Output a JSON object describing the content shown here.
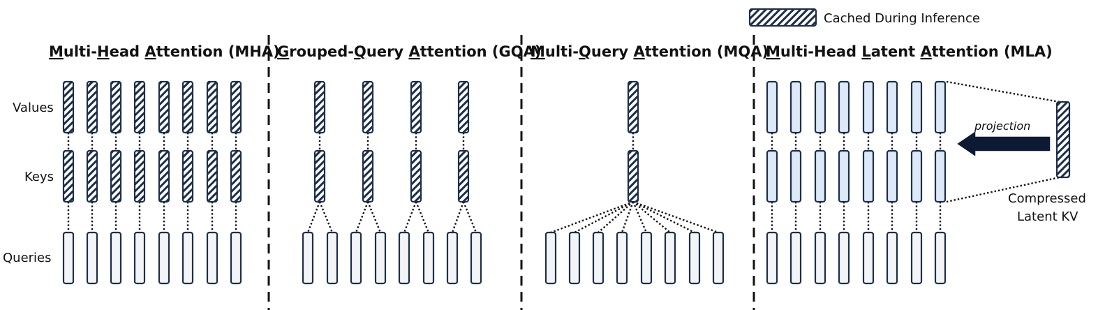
{
  "legend": {
    "label": "Cached During Inference"
  },
  "row_labels": {
    "values": "Values",
    "keys": "Keys",
    "queries": "Queries"
  },
  "panels": {
    "mha": {
      "parts": [
        {
          "t": "M",
          "u": true
        },
        {
          "t": "ulti-",
          "u": false
        },
        {
          "t": "H",
          "u": true
        },
        {
          "t": "ead ",
          "u": false
        },
        {
          "t": "A",
          "u": true
        },
        {
          "t": "ttention (MHA)",
          "u": false
        }
      ]
    },
    "gqa": {
      "parts": [
        {
          "t": "G",
          "u": true
        },
        {
          "t": "rouped-",
          "u": false
        },
        {
          "t": "Q",
          "u": true
        },
        {
          "t": "uery ",
          "u": false
        },
        {
          "t": "A",
          "u": true
        },
        {
          "t": "ttention (GQA)",
          "u": false
        }
      ]
    },
    "mqa": {
      "parts": [
        {
          "t": "M",
          "u": true
        },
        {
          "t": "ulti-",
          "u": false
        },
        {
          "t": "Q",
          "u": true
        },
        {
          "t": "uery ",
          "u": false
        },
        {
          "t": "A",
          "u": true
        },
        {
          "t": "ttention (MQA)",
          "u": false
        }
      ]
    },
    "mla": {
      "parts": [
        {
          "t": "M",
          "u": true
        },
        {
          "t": "ulti-Head ",
          "u": false
        },
        {
          "t": "L",
          "u": true
        },
        {
          "t": "atent ",
          "u": false
        },
        {
          "t": "A",
          "u": true
        },
        {
          "t": "ttention (MLA)",
          "u": false
        }
      ]
    }
  },
  "mla": {
    "projection_label": "projection",
    "latent_label_line1": "Compressed",
    "latent_label_line2": "Latent KV"
  },
  "colors": {
    "outline": "#1c2e4a",
    "query_fill": "#f3f4f6",
    "mla_kv_fill": "#dde9f7",
    "hatch": "#1c2e4a",
    "arrow": "#0c1a33"
  }
}
